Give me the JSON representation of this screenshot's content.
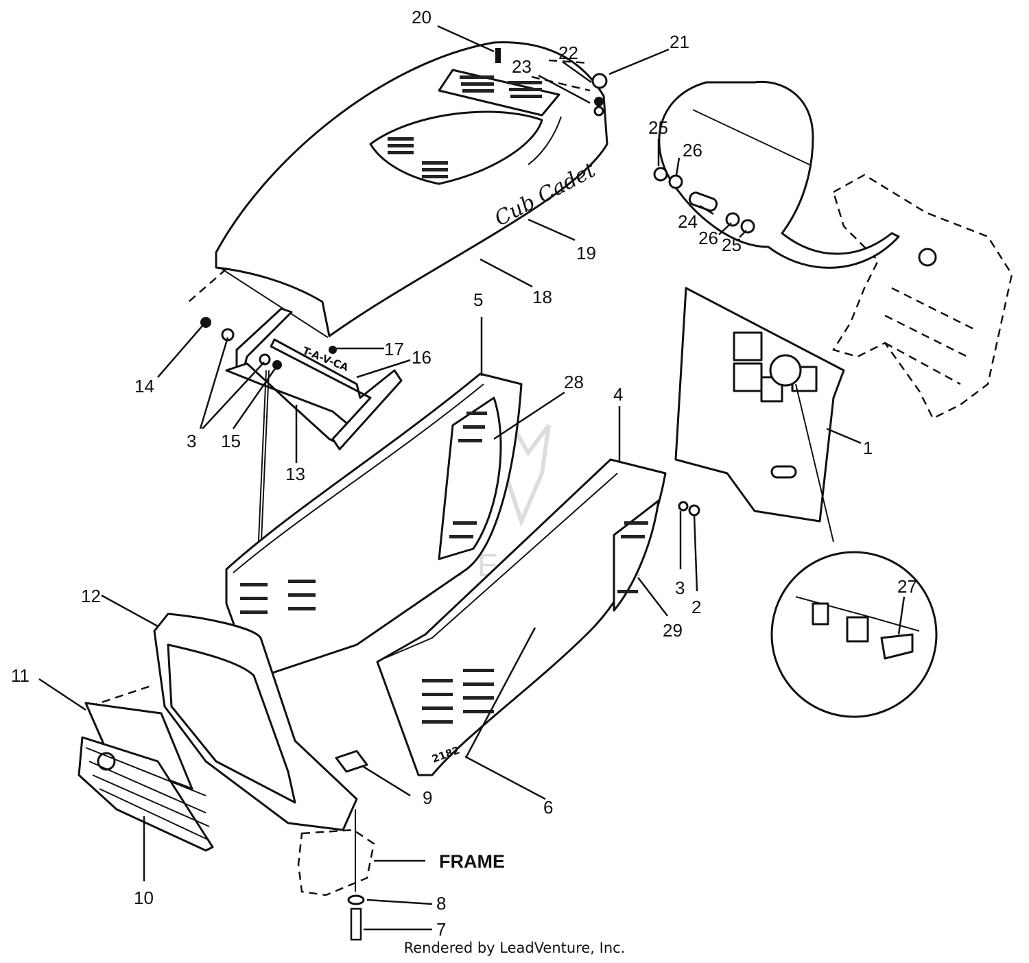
{
  "diagram": {
    "callouts": [
      "20",
      "21",
      "22",
      "23",
      "25",
      "26",
      "24",
      "26",
      "25",
      "19",
      "18",
      "5",
      "28",
      "17",
      "16",
      "14",
      "3",
      "15",
      "13",
      "4",
      "1",
      "3",
      "2",
      "29",
      "12",
      "11",
      "27",
      "9",
      "6",
      "10",
      "8",
      "7"
    ],
    "frame_label": "FRAME",
    "brand_text": "Cub Cadet",
    "model_plate": "2182",
    "decal_text": "T-A-V-CA",
    "watermark": "LEADVENTURE"
  },
  "footer": {
    "credit": "Rendered by LeadVenture, Inc."
  }
}
